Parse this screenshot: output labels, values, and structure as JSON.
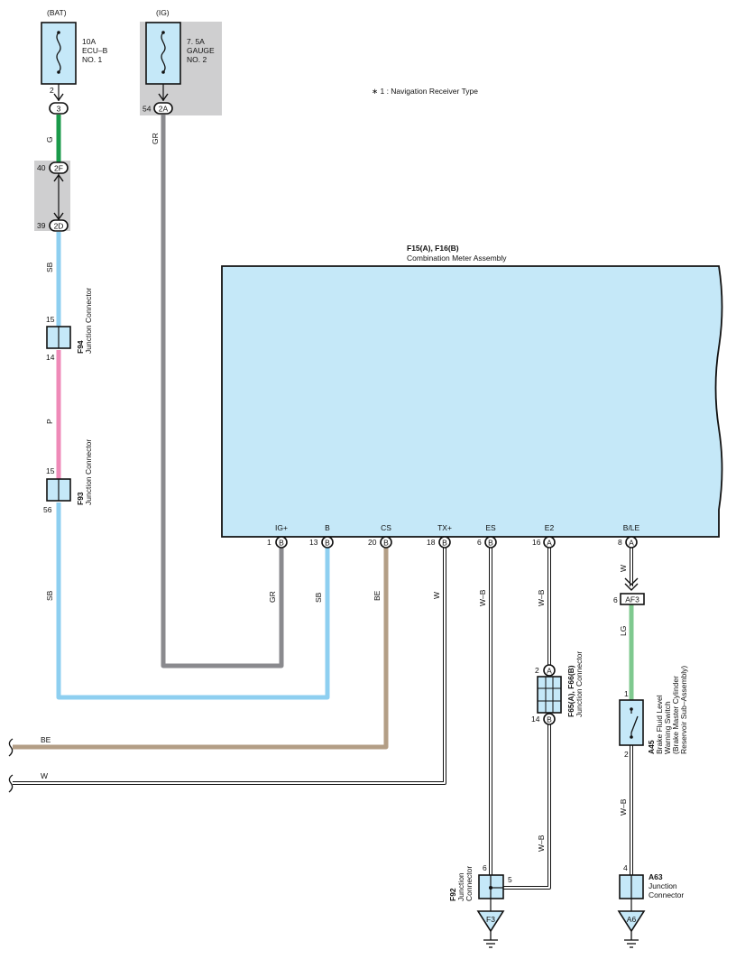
{
  "colors": {
    "box_fill": "#c5e8f8",
    "box_stroke": "#111111",
    "shade": "#cfcfd0",
    "wire_G": "#1a9a4a",
    "wire_SB": "#8ecff0",
    "wire_P": "#ef8ab8",
    "wire_GR": "#8a8a8e",
    "wire_BE": "#b39e86",
    "wire_W": "#ffffff",
    "wire_WB": "#ffffff",
    "wire_LG": "#7fc98f"
  },
  "power": {
    "bat_label": "(BAT)",
    "ig_label": "(IG)",
    "fuse_ecub": {
      "rating": "10A",
      "name": "ECU–B",
      "no": "NO. 1"
    },
    "fuse_gauge": {
      "rating": "7. 5A",
      "name": "GAUGE",
      "no": "NO. 2"
    }
  },
  "note": "∗ 1 : Navigation Receiver Type",
  "pins": {
    "bat_out": "2",
    "conn3": "3",
    "ig_pin": "54",
    "conn2A": "2A",
    "pin40": "40",
    "conn2F": "2F",
    "pin39": "39",
    "conn2D": "2D"
  },
  "meter": {
    "code": "F15(A), F16(B)",
    "name": "Combination Meter Assembly",
    "terminals": [
      {
        "name": "IG+",
        "pin": "1",
        "conn": "B"
      },
      {
        "name": "B",
        "pin": "13",
        "conn": "B"
      },
      {
        "name": "CS",
        "pin": "20",
        "conn": "B"
      },
      {
        "name": "TX+",
        "pin": "18",
        "conn": "B"
      },
      {
        "name": "ES",
        "pin": "6",
        "conn": "B"
      },
      {
        "name": "E2",
        "pin": "16",
        "conn": "A"
      },
      {
        "name": "B/LE",
        "pin": "8",
        "conn": "A"
      }
    ]
  },
  "junctions": {
    "f94": {
      "code": "F94",
      "name": "Junction Connector",
      "pin_top": "15",
      "pin_bottom": "14"
    },
    "f93": {
      "code": "F93",
      "name": "Junction Connector",
      "pin_top": "15",
      "pin_bottom": "56"
    },
    "f65": {
      "code": "F65(A), F66(B)",
      "name": "Junction Connector",
      "pin_top": "2",
      "conn_top": "A",
      "pin_bottom": "14",
      "conn_bottom": "B"
    },
    "f92": {
      "code": "F92",
      "name1": "Junction",
      "name2": "Connector",
      "pin_left": "6",
      "pin_right": "5",
      "ground": "F3"
    },
    "a63": {
      "code": "A63",
      "name1": "Junction",
      "name2": "Connector",
      "pin_top": "4",
      "ground": "A6"
    }
  },
  "af3": {
    "pin": "6",
    "label": "AF3"
  },
  "a45": {
    "code": "A45",
    "line1": "Brake Fluid Level",
    "line2": "Warning Switch",
    "line3": "(Brake Master Cylinder",
    "line4": "Reservoir Sub–Assembly)",
    "pin_top": "1",
    "pin_bottom": "2"
  },
  "wire_labels": {
    "g": "G",
    "gr_top": "GR",
    "sb1": "SB",
    "p": "P",
    "sb2": "SB",
    "gr_mid": "GR",
    "sb_mid": "SB",
    "be_mid": "BE",
    "w_mid": "W",
    "wb_es": "W–B",
    "wb_e2": "W–B",
    "w_ble": "W",
    "lg": "LG",
    "wb_a45": "W–B",
    "wb_low": "W–B",
    "be_left": "BE",
    "w_left": "W"
  }
}
